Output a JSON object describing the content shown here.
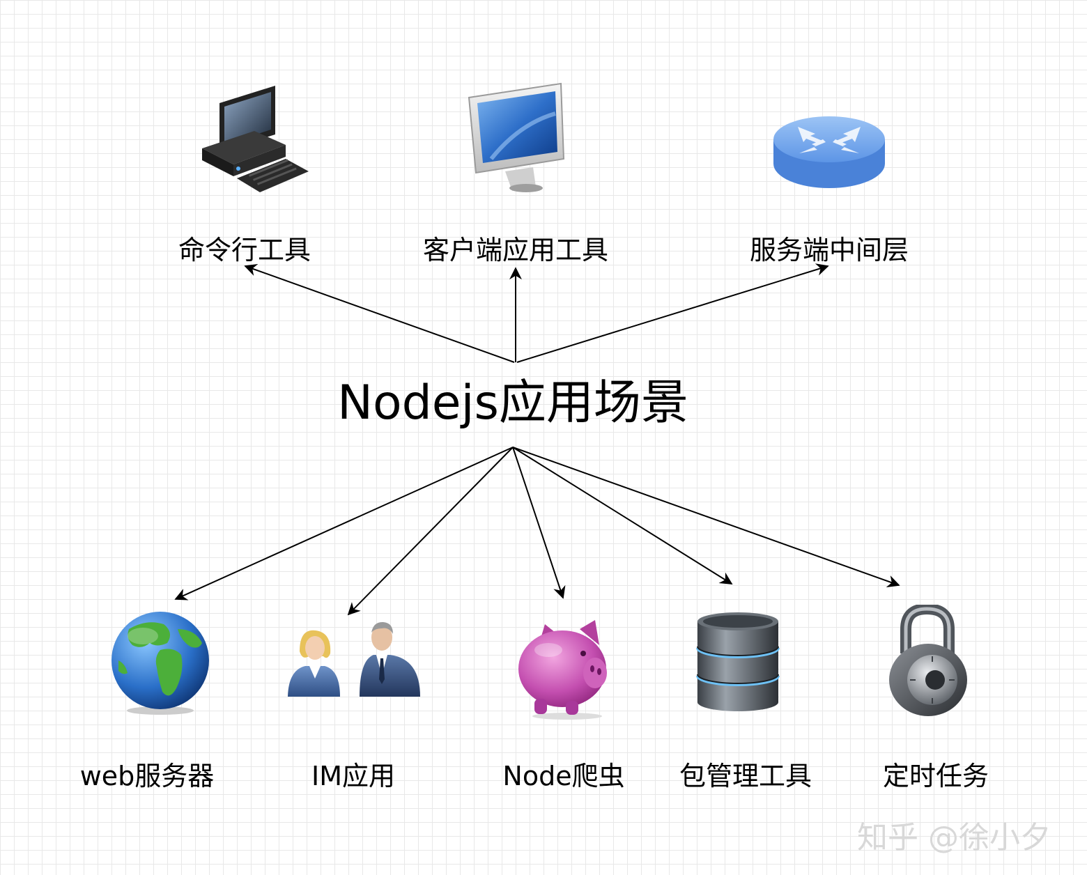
{
  "center": {
    "label": "Nodejs应用场景"
  },
  "top_nodes": [
    {
      "label": "命令行工具",
      "icon": "desktop-computer-icon"
    },
    {
      "label": "客户端应用工具",
      "icon": "monitor-icon"
    },
    {
      "label": "服务端中间层",
      "icon": "router-icon"
    }
  ],
  "bottom_nodes": [
    {
      "label": "web服务器",
      "icon": "globe-icon"
    },
    {
      "label": "IM应用",
      "icon": "users-icon"
    },
    {
      "label": "Node爬虫",
      "icon": "piggy-bank-icon"
    },
    {
      "label": "包管理工具",
      "icon": "database-icon"
    },
    {
      "label": "定时任务",
      "icon": "padlock-icon"
    }
  ],
  "watermark": "知乎 @徐小夕"
}
